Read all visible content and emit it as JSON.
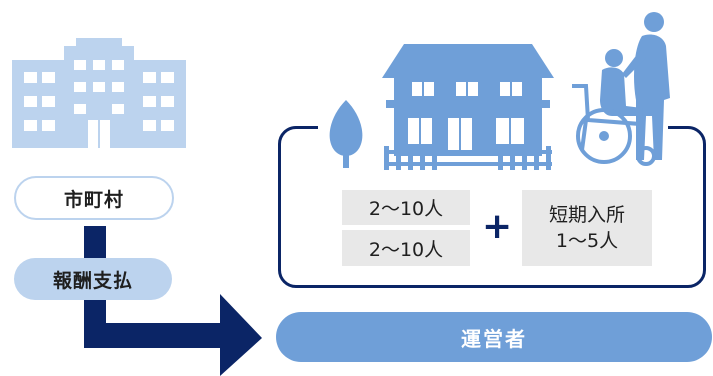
{
  "municipality": {
    "label": "市町村"
  },
  "payment": {
    "label": "報酬支払"
  },
  "capacity": {
    "row1": "2～10人",
    "row2": "2～10人",
    "plus": "+",
    "short_stay_title": "短期入所",
    "short_stay_count": "1～5人"
  },
  "operator": {
    "label": "運営者"
  },
  "colors": {
    "light_blue": "#bcd3ee",
    "mid_blue": "#6f9fd8",
    "navy": "#0b2566",
    "gray_box": "#e8e8e8"
  }
}
